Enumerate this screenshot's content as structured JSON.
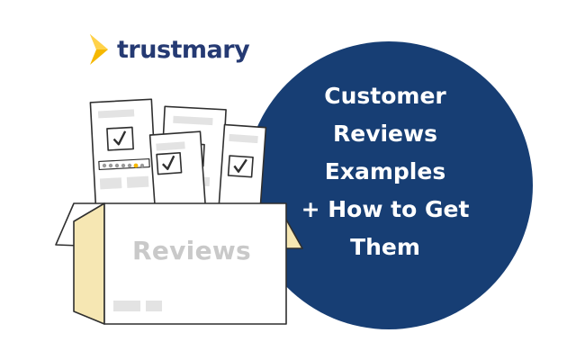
{
  "brand": {
    "name": "trustmary",
    "icon": "trustmary-logo-icon",
    "text_color": "#253a73",
    "mark_color": "#f5b800"
  },
  "headline": {
    "lines": [
      "Customer",
      "Reviews",
      "Examples",
      "+ How to Get",
      "Them"
    ],
    "circle_color": "#173e74",
    "text_color": "#ffffff"
  },
  "illustration": {
    "box_label": "Reviews",
    "box_fill": "#ffffff",
    "box_side_fill": "#f6e7b3",
    "outline_color": "#2f2f2f",
    "placeholder_color": "#e3e3e3",
    "star_color": "#f5b800"
  }
}
